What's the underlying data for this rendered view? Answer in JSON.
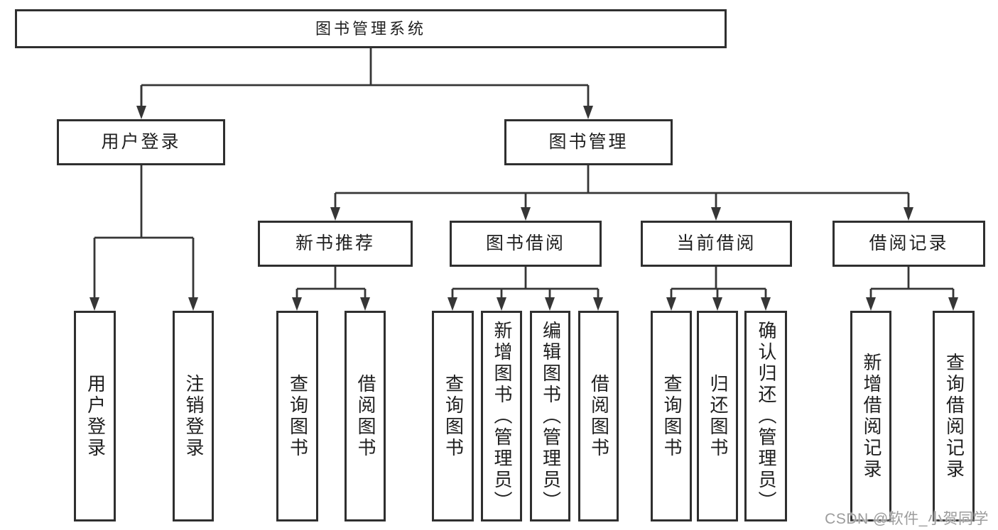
{
  "diagram_type": "hierarchy-tree",
  "tree": {
    "label": "图书管理系统",
    "children": [
      {
        "label": "用户登录",
        "children": [
          {
            "label": "用户登录"
          },
          {
            "label": "注销登录"
          }
        ]
      },
      {
        "label": "图书管理",
        "children": [
          {
            "label": "新书推荐",
            "children": [
              {
                "label": "查询图书"
              },
              {
                "label": "借阅图书"
              }
            ]
          },
          {
            "label": "图书借阅",
            "children": [
              {
                "label": "查询图书"
              },
              {
                "label": "新增图书（管理员）"
              },
              {
                "label": "编辑图书（管理员）"
              },
              {
                "label": "借阅图书"
              }
            ]
          },
          {
            "label": "当前借阅",
            "children": [
              {
                "label": "查询图书"
              },
              {
                "label": "归还图书"
              },
              {
                "label": "确认归还（管理员）"
              }
            ]
          },
          {
            "label": "借阅记录",
            "children": [
              {
                "label": "新增借阅记录"
              },
              {
                "label": "查询借阅记录"
              }
            ]
          }
        ]
      }
    ]
  },
  "watermark": {
    "text": "CSDN @软件_小贺同学"
  },
  "colors": {
    "line": "#363636",
    "box_border": "#2f2f2f",
    "text": "#1f1f1f",
    "watermark": "#9c9c9c",
    "background": "#ffffff"
  }
}
